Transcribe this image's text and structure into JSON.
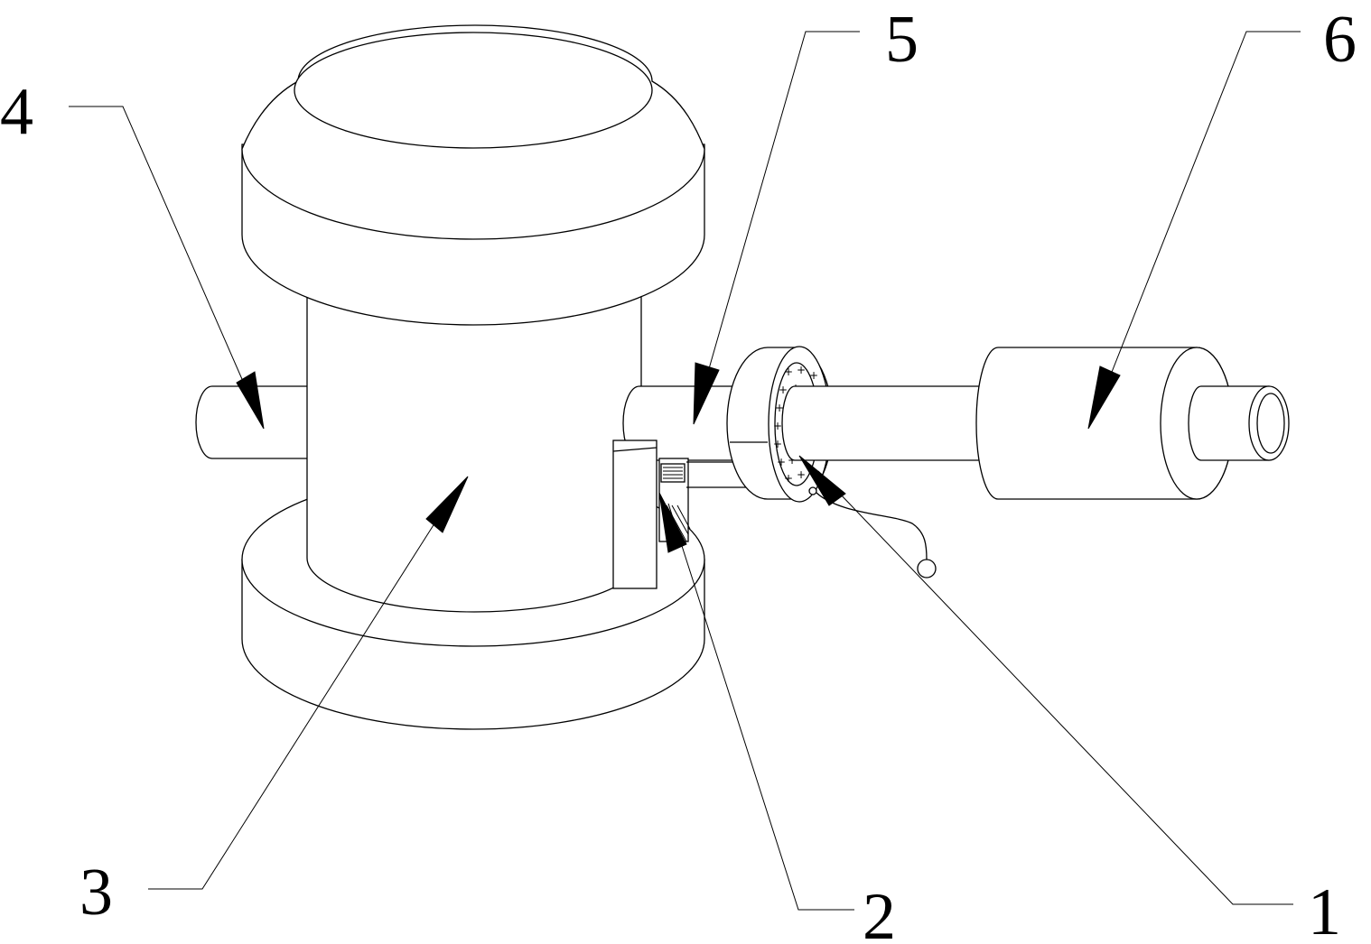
{
  "figure": {
    "callouts": [
      {
        "id": "1",
        "label": "1"
      },
      {
        "id": "2",
        "label": "2"
      },
      {
        "id": "3",
        "label": "3"
      },
      {
        "id": "4",
        "label": "4"
      },
      {
        "id": "5",
        "label": "5"
      },
      {
        "id": "6",
        "label": "6"
      }
    ],
    "colors": {
      "line": "#000000",
      "background": "#ffffff"
    }
  }
}
